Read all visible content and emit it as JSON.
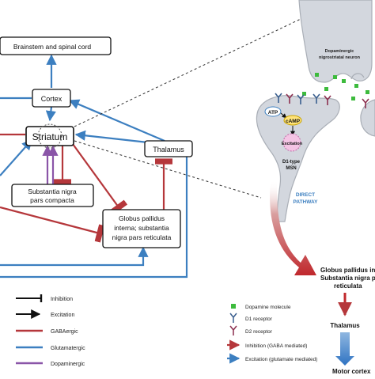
{
  "boxes": {
    "brainstem": "Brainstem and spinal cord",
    "cortex": "Cortex",
    "striatum": "Striatum",
    "thalamus": "Thalamus",
    "snc": [
      "Substantia nigra",
      "pars compacta"
    ],
    "gpi": [
      "Globus pallidus",
      "interna; substantia",
      "nigra pars reticulata"
    ]
  },
  "neuron": {
    "dopaminergic": [
      "Dopaminergic",
      "nigrostriatal neuron"
    ],
    "atp": "ATP",
    "camp": "cAMP",
    "excitation": "Excitation",
    "msn": [
      "D1-type",
      "MSN"
    ],
    "direct_pathway": [
      "DIRECT",
      "PATHWAY"
    ]
  },
  "cascade": {
    "gpi_lines": [
      "Globus pallidus inte",
      "Substantia nigra p",
      "reticulata"
    ],
    "thalamus": "Thalamus",
    "motor": "Motor cortex"
  },
  "legend_left": [
    {
      "label": "Inhibition",
      "style": "inhibition"
    },
    {
      "label": "Excitation",
      "style": "excitation"
    },
    {
      "label": "GABAergic",
      "color": "#b5373b"
    },
    {
      "label": "Glutamatergic",
      "color": "#3c7fc0"
    },
    {
      "label": "Dopaminergic",
      "color": "#8a55a8"
    }
  ],
  "legend_right": [
    {
      "label": "Dopamine molecule",
      "icon": "dopamine-molecule-icon"
    },
    {
      "label": "D1 receptor",
      "icon": "d1-receptor-icon"
    },
    {
      "label": "D2 receptor",
      "icon": "d2-receptor-icon"
    },
    {
      "label": "Inhibition (GABA mediated)",
      "icon": "red-arrow-icon"
    },
    {
      "label": "Excitation (glutamate mediated)",
      "icon": "blue-arrow-icon"
    }
  ],
  "colors": {
    "gaba": "#b5373b",
    "glutamate": "#3c7fc0",
    "dopamine": "#8a55a8",
    "neuron": "#d3d7de",
    "neuron_stroke": "#a9aeb6",
    "dopamine_molecule": "#3dbb3d",
    "d1_receptor": "#3a5f8f",
    "d2_receptor": "#8c2f4f"
  }
}
